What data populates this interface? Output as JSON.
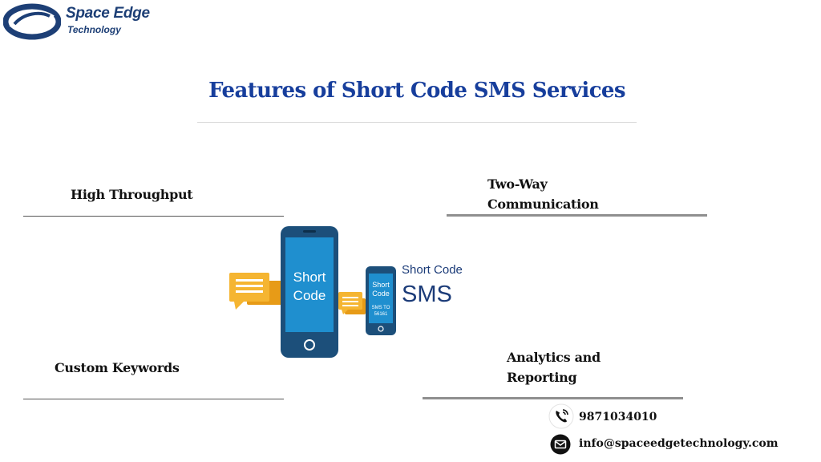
{
  "logo": {
    "name": "Space Edge",
    "subtitle": "Technology"
  },
  "title": "Features of Short Code SMS Services",
  "features": [
    {
      "label": "High Throughput"
    },
    {
      "label": "Two-Way Communication"
    },
    {
      "label": "Custom Keywords"
    },
    {
      "label": "Analytics and Reporting"
    }
  ],
  "illustration": {
    "big_phone_line1": "Short",
    "big_phone_line2": "Code",
    "small_phone_line1": "Short",
    "small_phone_line2": "Code",
    "small_phone_line3": "SMS TO",
    "small_phone_line4": "56161",
    "side_label_line1": "Short Code",
    "side_label_line2": "SMS"
  },
  "contact": {
    "phone": "9871034010",
    "email": "info@spaceedgetechnology.com"
  },
  "colors": {
    "title": "#173e9c",
    "logo": "#1d3f76",
    "bubble": "#f5b531",
    "phone_screen": "#1f8fcf",
    "phone_body": "#1c4f7a"
  },
  "icons": {
    "phone": "phone-icon",
    "mail": "mail-icon"
  }
}
